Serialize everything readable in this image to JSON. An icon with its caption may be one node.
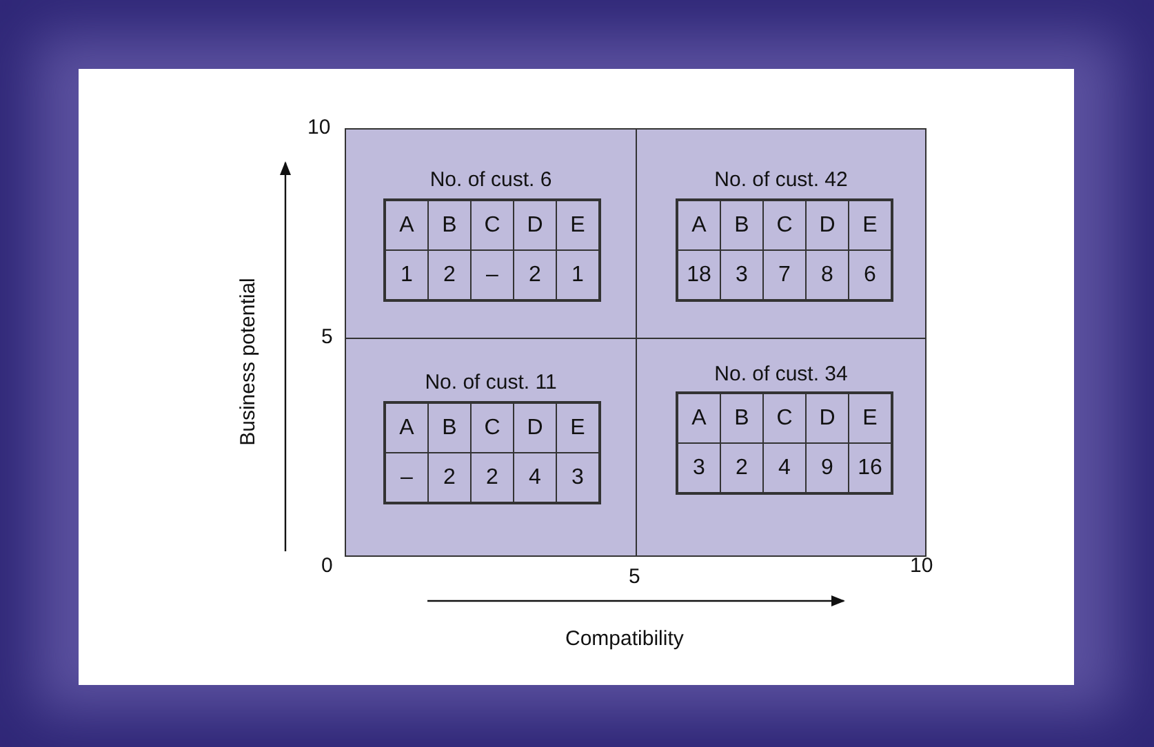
{
  "diagram": {
    "nodes": [
      {
        "text": [
          "No. of cust. 6",
          "A",
          "B",
          "C",
          "D",
          "E",
          "1",
          "2",
          "–",
          "2",
          "1"
        ]
      },
      {
        "text": [
          "No. of cust. 42",
          "A",
          "B",
          "C",
          "D",
          "E",
          "18",
          "3",
          "7",
          "8",
          "6"
        ]
      },
      {
        "text": [
          "No. of cust. 11",
          "A",
          "B",
          "C",
          "D",
          "E",
          "–",
          "2",
          "2",
          "4",
          "3"
        ]
      },
      {
        "text": [
          "No. of cust. 34",
          "A",
          "B",
          "C",
          "D",
          "E",
          "3",
          "2",
          "4",
          "9",
          "16"
        ]
      }
    ],
    "edges": [],
    "labels": [
      "10",
      "5",
      "0",
      "5",
      "10",
      "Business potential",
      "Compatibility"
    ]
  }
}
